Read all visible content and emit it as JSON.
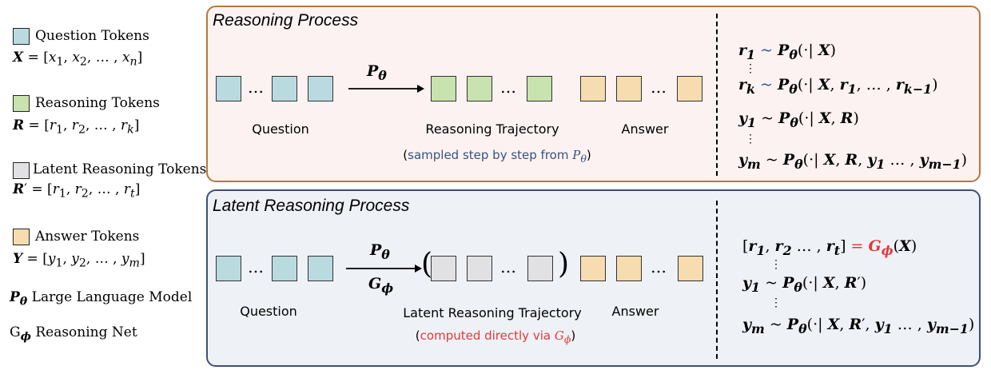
{
  "colors": {
    "question": "#b9dbe0",
    "reasoning": "#c8e3ad",
    "latent": "#e1e1e4",
    "answer": "#f6dcae",
    "panel1_bg": "#fcf2f1",
    "panel1_border": "#b2783f",
    "panel2_bg": "#eef1f6",
    "panel2_border": "#3c5076",
    "note_blue": "#36527d",
    "note_red": "#e03a3a"
  },
  "legend": {
    "question_label": "Question Tokens",
    "reasoning_label": "Reasoning Tokens",
    "latent_label": "Latent Reasoning Tokens",
    "answer_label": "Answer Tokens",
    "p_theta_label": "Large Language Model",
    "g_phi_label": "Reasoning Net"
  },
  "panel1": {
    "title": "Reasoning Process",
    "arrow_label": "P",
    "question_caption": "Question",
    "trajectory_caption": "Reasoning Trajectory",
    "answer_caption": "Answer",
    "note_open": "(",
    "note_text": "sampled step by step from ",
    "note_close": ")"
  },
  "panel2": {
    "title": "Latent Reasoning Process",
    "arrow_label_top": "P",
    "arrow_label_bottom": "G",
    "question_caption": "Question",
    "trajectory_caption": "Latent Reasoning Trajectory",
    "answer_caption": "Answer",
    "note_open": "(",
    "note_text": "computed directly via ",
    "note_close": ")"
  },
  "dots": "…",
  "vdots": "⋮"
}
